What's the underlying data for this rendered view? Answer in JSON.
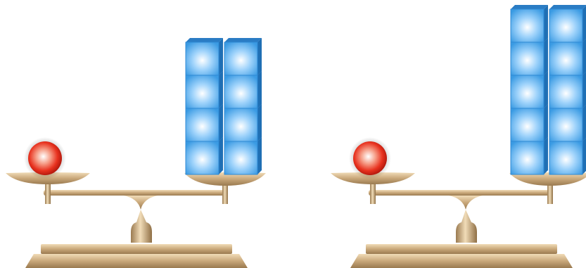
{
  "colors": {
    "background": "#ffffff",
    "scale_metal": "#c9a87a",
    "scale_shadow": "#9a7a50",
    "ball": "#e8321f",
    "cube": "#4aa6ea"
  },
  "scales": [
    {
      "name": "left-scale",
      "ball_count": 1,
      "cube_columns": 2,
      "cube_rows": 4,
      "cube_count": 8
    },
    {
      "name": "right-scale",
      "ball_count": 1,
      "cube_columns": 2,
      "cube_rows": 5,
      "cube_count": 10
    }
  ],
  "icons": {
    "ball": "red-ball-icon",
    "cube": "blue-cube-icon",
    "scale": "balance-scale-icon"
  }
}
